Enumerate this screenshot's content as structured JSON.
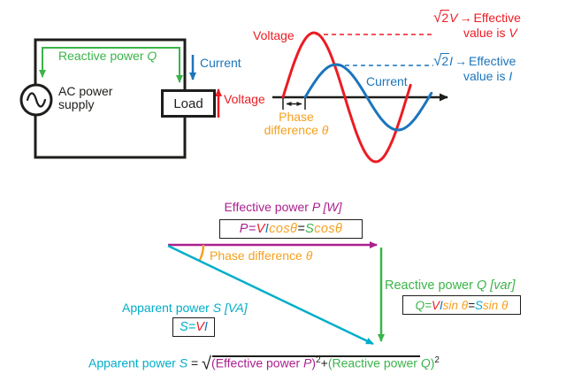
{
  "colors": {
    "red": "#ec1b23",
    "blue": "#1b75bc",
    "green": "#3ab449",
    "orange": "#f6a01e",
    "magenta": "#ab1f8e",
    "cyan": "#00aec9",
    "ink": "#1d1d1b",
    "bg": "#ffffff"
  },
  "circuit": {
    "reactive_power": {
      "label": "Reactive power ",
      "variable": "Q"
    },
    "source": {
      "line1": "AC power",
      "line2": "supply"
    },
    "load": "Load",
    "current": "Current",
    "voltage": "Voltage"
  },
  "waveform": {
    "voltage": "Voltage",
    "current": "Current",
    "phase": {
      "line1": "Phase",
      "line2_label": "difference ",
      "line2_var": "θ"
    },
    "voltage_note": {
      "radical": "√",
      "radicand": "2",
      "variable": "V",
      "arrow": "→",
      "line1": "Effective",
      "line2": "value is ",
      "line2_var": "V"
    },
    "current_note": {
      "radical": "√",
      "radicand": "2",
      "variable": "I",
      "arrow": "→",
      "line1": "Effective",
      "line2": "value is ",
      "line2_var": "I"
    }
  },
  "triangle": {
    "effective": {
      "title_label": "Effective power ",
      "title_var": "P [W]",
      "f_lhs": "P=",
      "f_v": "V",
      "f_i": "I",
      "f_trig1": "cosθ",
      "f_eq": "=",
      "f_s": "S",
      "f_trig2": "cosθ"
    },
    "phase": {
      "label": "Phase difference ",
      "variable": "θ"
    },
    "apparent": {
      "title_label": "Apparent power ",
      "title_var": "S [VA]",
      "f_lhs": "S=",
      "f_v": "V",
      "f_i": "I"
    },
    "reactive": {
      "title_label": "Reactive power ",
      "title_var": "Q [var]",
      "f_lhs": "Q=",
      "f_v": "V",
      "f_i": "I",
      "f_trig1": "sin θ ",
      "f_eq": "=",
      "f_s": "S",
      "f_trig2": "sin θ"
    },
    "equation": {
      "label": "Apparent power ",
      "variable": "S",
      "equals": " = ",
      "radical": "√",
      "p_open": "(Effective power ",
      "p_var": "P",
      "p_close": ")",
      "p_sq": "2",
      "plus": "+",
      "q_open": "(Reactive power ",
      "q_var": "Q",
      "q_close": ")",
      "q_sq": "2"
    }
  }
}
